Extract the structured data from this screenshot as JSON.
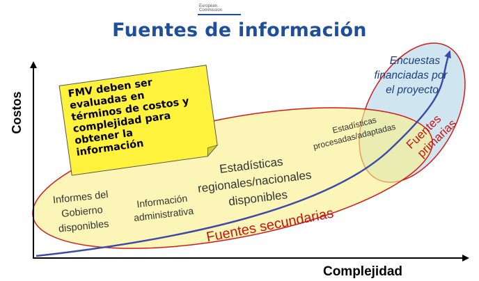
{
  "header": {
    "logo_line1": "European",
    "logo_line2": "Commission",
    "title": "Fuentes de información"
  },
  "axes": {
    "y_label": "Costos",
    "x_label": "Complejidad"
  },
  "note": {
    "lines": [
      "FMV deben ser",
      "evaluadas en",
      "términos de costos y",
      "complejidad para",
      "obtener la",
      "información"
    ]
  },
  "regions": {
    "secondary_label": "Fuentes secundarias",
    "primary_label_line1": "Fuentes",
    "primary_label_line2": "primarias"
  },
  "sources": {
    "gobierno": [
      "Informes del",
      "Gobierno",
      "disponibles"
    ],
    "administrativa": [
      "Información",
      "administrativa"
    ],
    "regionales": [
      "Estadísticas",
      "regionales/nacionales",
      "disponibles"
    ],
    "procesadas": [
      "Estadísticas",
      "procesadas/adaptadas"
    ],
    "encuestas": [
      "Encuestas",
      "financiadas por",
      "el proyecto"
    ]
  },
  "colors": {
    "title_blue": "#1f4e9a",
    "secondary_fill": "#fbf6b4",
    "primary_fill": "#cfe6f1",
    "note_fill": "#fff23c",
    "region_stroke": "#d11a1a",
    "curve": "#3d4aa8"
  }
}
